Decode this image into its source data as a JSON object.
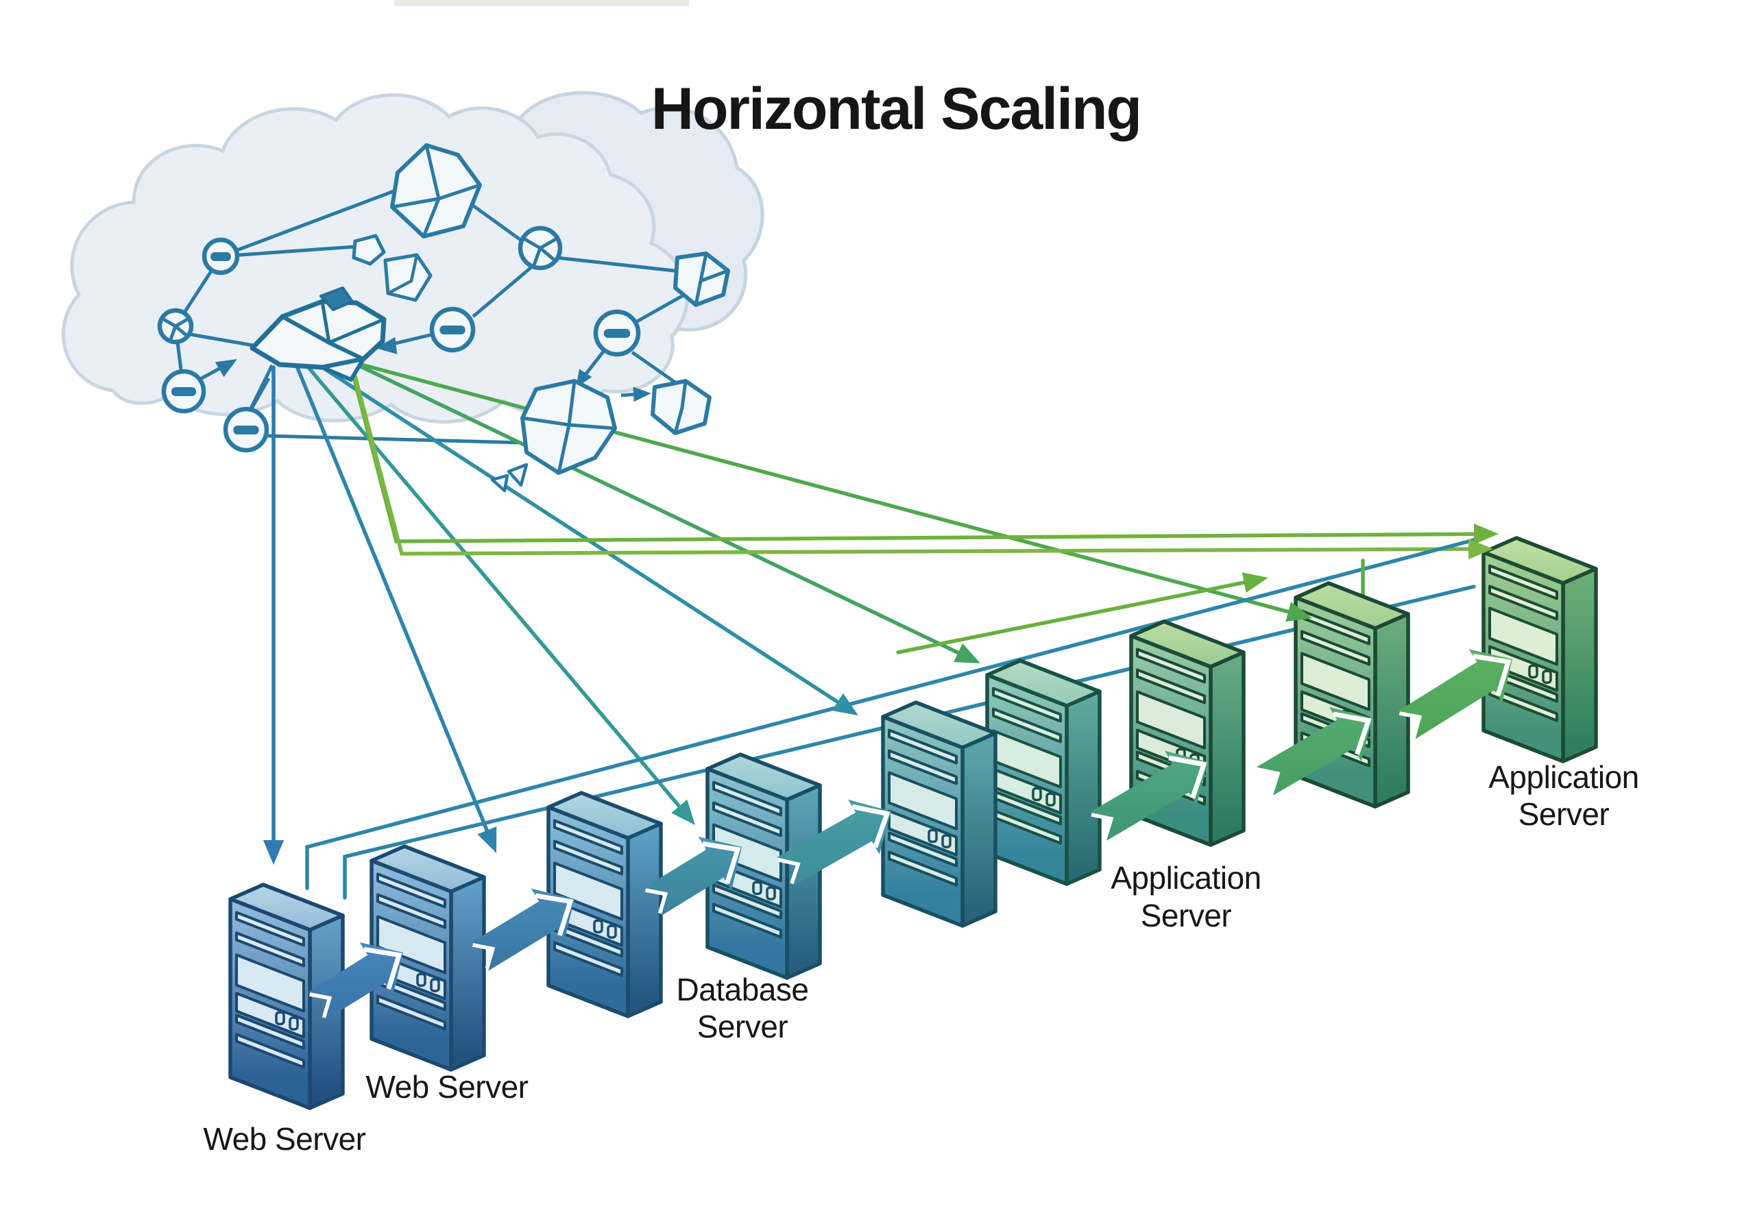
{
  "title": "Horizontal Scaling",
  "cloud": {
    "name": "internet-cloud-network"
  },
  "labels": [
    {
      "line1": "Web Server",
      "line2": ""
    },
    {
      "line1": "Web Server",
      "line2": ""
    },
    {
      "line1": "Database",
      "line2": "Server"
    },
    {
      "line1": "Application",
      "line2": "Server"
    },
    {
      "line1": "Application",
      "line2": "Server"
    }
  ],
  "servers": [
    {
      "label": "Web Server"
    },
    {
      "label": "Web Server"
    },
    {
      "label": ""
    },
    {
      "label": "Database Server"
    },
    {
      "label": ""
    },
    {
      "label": ""
    },
    {
      "label": "Application Server"
    },
    {
      "label": ""
    },
    {
      "label": "Application Server"
    }
  ],
  "colors": {
    "server_blue": "#2d6295",
    "server_teal": "#34809f",
    "server_green": "#44917a",
    "line_blue": "#2e7cb0",
    "line_teal": "#2e86a8",
    "line_green": "#4fa84e",
    "line_lime": "#6fb23c",
    "cloud_fill": "#e9eff5",
    "cloud_stroke": "#c7d4e0",
    "node_stroke": "#2b7aa4",
    "text": "#171717"
  }
}
